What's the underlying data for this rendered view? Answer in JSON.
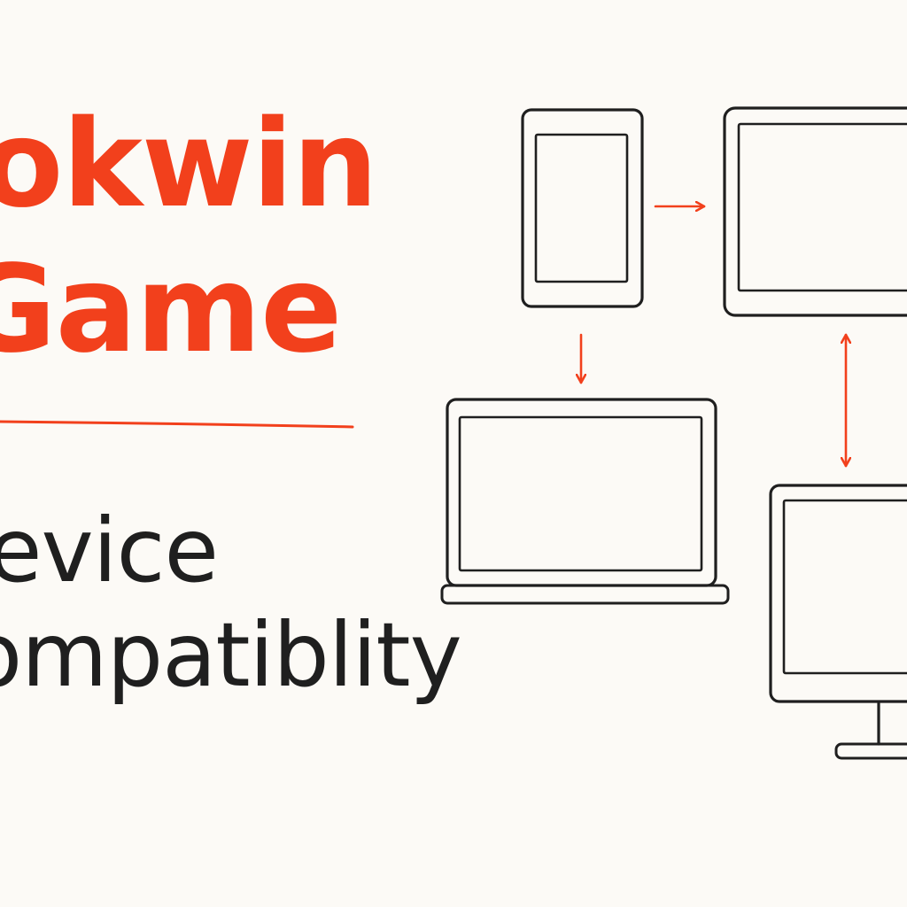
{
  "title": {
    "line1": "okwin",
    "line2": "Game"
  },
  "subtitle": {
    "line1": "evice",
    "line2": "ompatiblity"
  },
  "colors": {
    "accent": "#f2401c",
    "ink": "#1f1f1f",
    "background": "#fcfaf6"
  },
  "diagram": {
    "devices": [
      "phone-icon",
      "monitor-icon",
      "laptop-icon",
      "desktop-icon"
    ],
    "connections": [
      {
        "from": "phone",
        "to": "monitor",
        "direction": "one-way"
      },
      {
        "from": "phone",
        "to": "laptop",
        "direction": "one-way"
      },
      {
        "from": "monitor",
        "to": "desktop",
        "direction": "two-way"
      }
    ]
  }
}
